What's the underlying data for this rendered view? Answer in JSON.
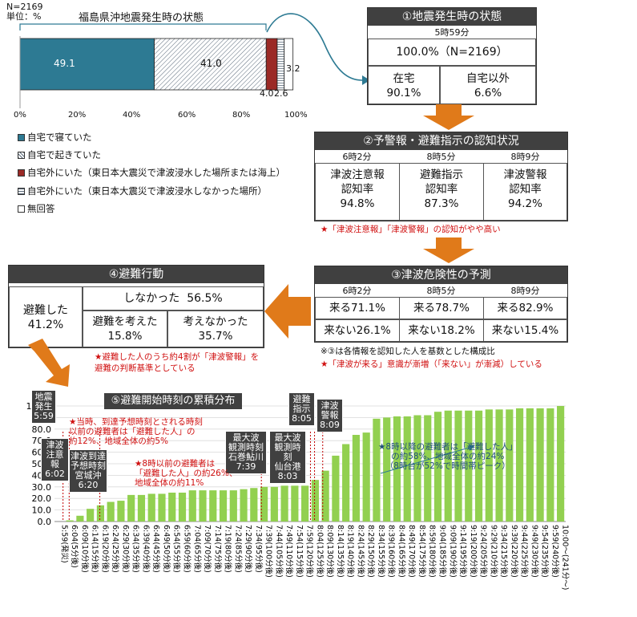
{
  "top_chart": {
    "n": "N=2169",
    "unit": "単位：%",
    "title": "福島県沖地震発生時の状態",
    "segments": [
      {
        "value": 49.1,
        "label": "49.1",
        "color": "#2d7a93"
      },
      {
        "value": 41.0,
        "label": "41.0",
        "color": "hatch"
      },
      {
        "value": 4.0,
        "label": "4.0",
        "color": "#9b2a26"
      },
      {
        "value": 2.6,
        "label": "2.6",
        "color": "stripe"
      },
      {
        "value": 3.2,
        "label": "3.2",
        "color": "#ffffff"
      }
    ],
    "xticks": [
      "0%",
      "20%",
      "40%",
      "60%",
      "80%",
      "100%"
    ],
    "legend": [
      "自宅で寝ていた",
      "自宅で起きていた",
      "自宅外にいた（東日本大震災で津波浸水した場所または海上）",
      "自宅外にいた（東日本大震災で津波浸水しなかった場所）",
      "無回答"
    ]
  },
  "box1": {
    "title": "①地震発生時の状態",
    "time": "5時59分",
    "total": "100.0%（N=2169）",
    "left_label": "在宅",
    "left_value": "90.1%",
    "right_label": "自宅以外",
    "right_value": "6.6%"
  },
  "box2": {
    "title": "②予警報・避難指示の認知状況",
    "cols": [
      {
        "time": "6時2分",
        "l1": "津波注意報",
        "l2": "認知率",
        "v": "94.8%"
      },
      {
        "time": "8時5分",
        "l1": "避難指示",
        "l2": "認知率",
        "v": "87.3%"
      },
      {
        "time": "8時9分",
        "l1": "津波警報",
        "l2": "認知率",
        "v": "94.2%"
      }
    ],
    "note": "★「津波注意報」「津波警報」の認知がやや高い"
  },
  "box3": {
    "title": "③津波危険性の予測",
    "cols": [
      {
        "time": "6時2分",
        "come": "来る71.1%",
        "no": "来ない26.1%"
      },
      {
        "time": "8時5分",
        "come": "来る78.7%",
        "no": "来ない18.2%"
      },
      {
        "time": "8時9分",
        "come": "来る82.9%",
        "no": "来ない15.4%"
      }
    ],
    "note1": "※③は各情報を認知した人を基数とした構成比",
    "note2": "★「津波が来る」意識が漸増（「来ない」が漸減）している"
  },
  "box4": {
    "title": "④避難行動",
    "did_label": "避難した",
    "did_value": "41.2%",
    "not_label": "しなかった",
    "not_value": "56.5%",
    "thought_label": "避難を考えた",
    "thought_value": "15.8%",
    "nothought_label": "考えなかった",
    "nothought_value": "35.7%",
    "note1": "★避難した人のうち約4割が「津波警報」を",
    "note2": "避難の判断基準としている"
  },
  "chart_data": {
    "type": "bar",
    "title": "⑤避難開始時刻の累積分布",
    "ylim": [
      0,
      100
    ],
    "yticks": [
      "0.0",
      "10.0",
      "20.0",
      "30.0",
      "40.0",
      "50.0",
      "60.0",
      "70.0",
      "80.0",
      "90.0",
      "100.0"
    ],
    "categories": [
      "5:59(発災)",
      "6:04(5分後)",
      "6:09(10分後)",
      "6:14(15分後)",
      "6:19(20分後)",
      "6:24(25分後)",
      "6:29(30分後)",
      "6:34(35分後)",
      "6:39(40分後)",
      "6:44(45分後)",
      "6:49(50分後)",
      "6:54(55分後)",
      "6:59(60分後)",
      "7:04(65分後)",
      "7:09(70分後)",
      "7:14(75分後)",
      "7:19(80分後)",
      "7:24(85分後)",
      "7:29(90分後)",
      "7:34(95分後)",
      "7:39(100分後)",
      "7:44(105分後)",
      "7:49(110分後)",
      "7:54(115分後)",
      "7:59(120分後)",
      "8:04(125分後)",
      "8:09(130分後)",
      "8:14(135分後)",
      "8:19(140分後)",
      "8:24(145分後)",
      "8:29(150分後)",
      "8:34(155分後)",
      "8:39(160分後)",
      "8:44(165分後)",
      "8:49(170分後)",
      "8:54(175分後)",
      "8:59(180分後)",
      "9:04(185分後)",
      "9:09(190分後)",
      "9:14(195分後)",
      "9:19(200分後)",
      "9:24(205分後)",
      "9:29(210分後)",
      "9:34(215分後)",
      "9:39(220分後)",
      "9:44(225分後)",
      "9:49(230分後)",
      "9:54(235分後)",
      "9:59(240分後)",
      "10:00～(241分～)"
    ],
    "values": [
      0,
      1,
      5,
      11,
      14,
      17,
      18,
      23,
      23,
      24,
      24,
      25,
      25,
      27,
      27,
      27,
      27,
      27,
      28,
      29,
      30,
      30,
      31,
      31,
      31,
      36,
      44,
      57,
      67,
      75,
      77,
      89,
      90,
      91,
      91,
      92,
      92,
      95,
      96,
      96,
      96,
      96,
      97,
      97,
      97,
      98,
      98,
      98,
      98,
      100
    ],
    "bar_color": "#92d050"
  },
  "annotations": {
    "a1": [
      "地震",
      "発生",
      "5:59"
    ],
    "a2": [
      "津波",
      "注意報",
      "6:02"
    ],
    "a3": [
      "津波到達",
      "予想時刻",
      "宮城沖",
      "6:20"
    ],
    "a4": [
      "最大波",
      "観測時刻",
      "石巻鮎川",
      "7:39"
    ],
    "a5": [
      "最大波",
      "観測時刻",
      "仙台港",
      "8:03"
    ],
    "a6": [
      "避難",
      "指示",
      "8:05"
    ],
    "a7": [
      "津波",
      "警報",
      "8:09"
    ],
    "r1": [
      "★当時、到達予想時刻とされる時刻",
      "以前の避難者は「避難した人」の",
      "約12%、地域全体の約5%"
    ],
    "r2": [
      "★8時以前の避難者は",
      "「避難した人」の約26%、",
      "地域全体の約11%"
    ],
    "b1": [
      "★8時以降の避難者は「避難した人」",
      "の約58%、地域全体の約24%",
      "（8時台が52%で時間帯ピーク）"
    ]
  }
}
